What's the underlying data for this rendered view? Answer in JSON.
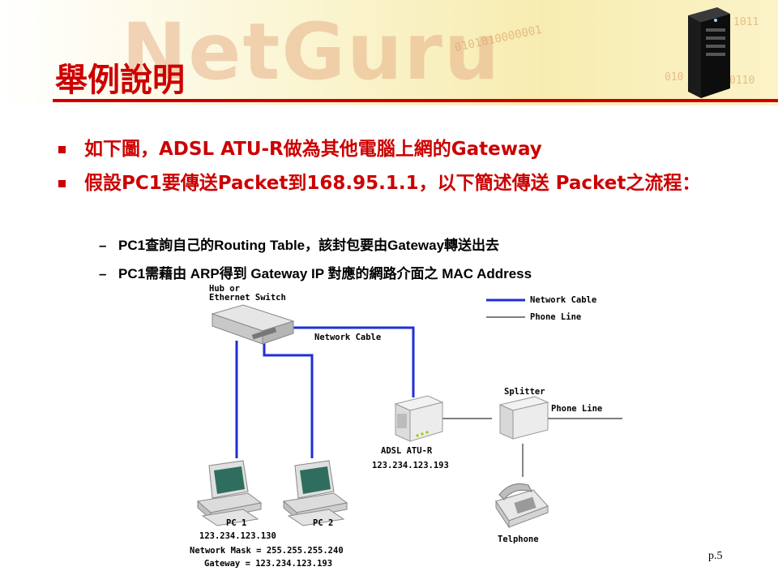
{
  "slide": {
    "title": "舉例說明",
    "page_number": "p.5",
    "banner_word": "NetGuru"
  },
  "bullets": [
    "如下圖，ADSL ATU-R做為其他電腦上網的Gateway",
    "假設PC1要傳送Packet到168.95.1.1，以下簡述傳送 Packet之流程："
  ],
  "sub_bullets": [
    "PC1查詢自己的Routing Table，該封包要由Gateway轉送出去",
    "PC1需藉由 ARP得到 Gateway IP 對應的網路介面之 MAC Address"
  ],
  "diagram": {
    "hub_label_1": "Hub or",
    "hub_label_2": "Ethernet Switch",
    "legend_network": "Network Cable",
    "legend_phone": "Phone Line",
    "cable_label": "Network Cable",
    "atur_label": "ADSL ATU-R",
    "atur_ip": "123.234.123.193",
    "splitter_label": "Splitter",
    "phone_line_label": "Phone Line",
    "telephone_label": "Telphone",
    "pc1_label": "PC 1",
    "pc2_label": "PC 2",
    "pc1_ip": "123.234.123.130",
    "netmask": "Network Mask = 255.255.255.240",
    "gateway": "Gateway = 123.234.123.193"
  },
  "colors": {
    "title_red": "#cc0000",
    "network_cable_blue": "#1f2fd6",
    "phone_line_gray": "#333333"
  }
}
